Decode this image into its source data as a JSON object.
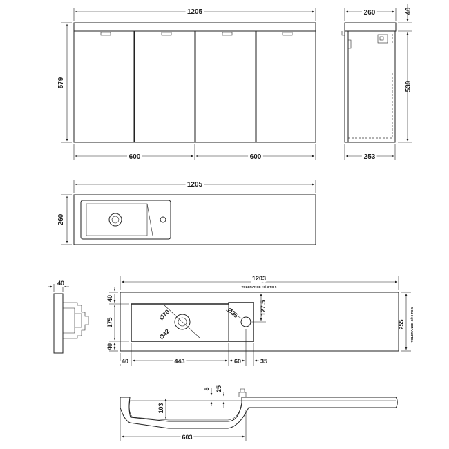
{
  "front_view": {
    "overall_width": "1205",
    "height": "579",
    "left_section_width": "600",
    "right_section_width": "600"
  },
  "side_view": {
    "depth": "260",
    "top_thickness": "40",
    "cabinet_height": "539",
    "cabinet_depth": "253"
  },
  "top_view": {
    "width": "1205",
    "depth": "260"
  },
  "basin_plan": {
    "side_thickness": "40",
    "basin_width": "1203",
    "tolerance_width": "TOLERANCE +0/-3 TO 5",
    "basin_depth": "255",
    "tolerance_depth": "TOLERANCE -0/+3 TO 5",
    "front_margin": "40",
    "bowl_depth": "175",
    "back_margin": "40",
    "tap_offset": "127.5",
    "waste_diameter": "Ø70",
    "waste_inner_diameter": "Ø42",
    "tap_hole_diameter": "Ø35",
    "left_margin": "40",
    "bowl_width": "443",
    "tap_deck_width": "60",
    "tap_hole_offset": "35"
  },
  "section_view": {
    "rim_thickness": "5",
    "lip_height": "25",
    "bowl_height": "103",
    "bowl_length": "603"
  }
}
